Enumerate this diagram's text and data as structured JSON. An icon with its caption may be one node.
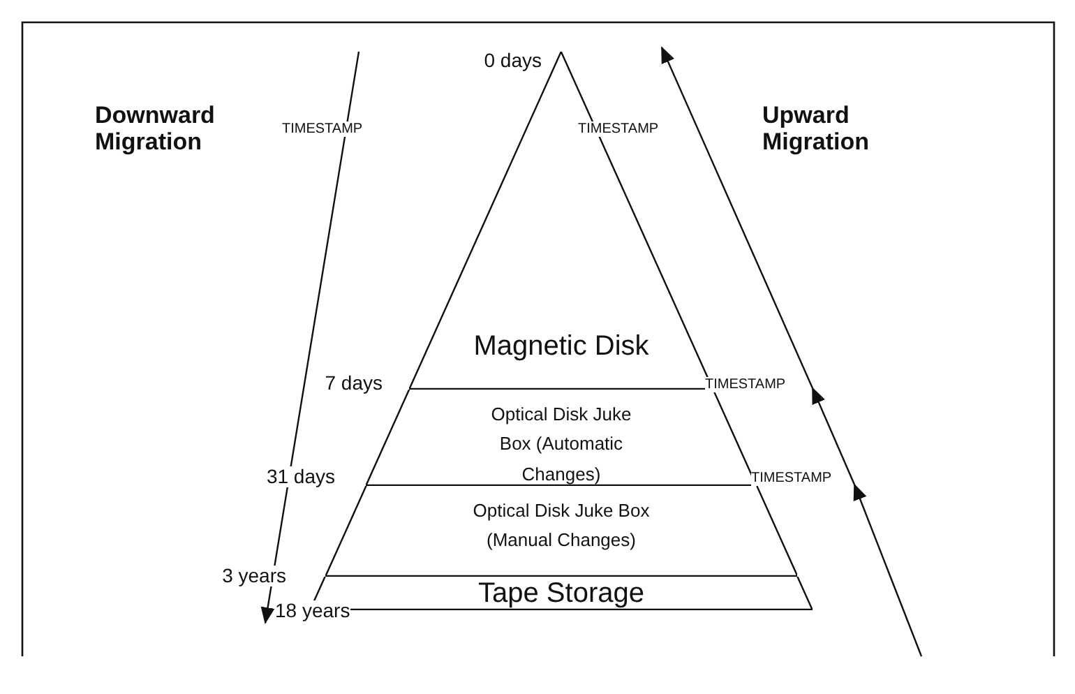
{
  "diagram": {
    "nodes": [
      {
        "text": [
          "Magnetic Disk"
        ]
      },
      {
        "text": [
          "Optical Disk Juke Box (Automatic Changes)"
        ]
      },
      {
        "text": [
          "Optical Disk Juke Box (Manual Changes)"
        ]
      },
      {
        "text": [
          "Tape Storage"
        ]
      }
    ],
    "labels": [
      "Downward Migration",
      "0 days",
      "Upward Migration",
      "TIMESTAMP",
      "TIMESTAMP",
      "7 days",
      "TIMESTAMP",
      "31 days",
      "TIMESTAMP",
      "3 years",
      "18 years"
    ]
  }
}
